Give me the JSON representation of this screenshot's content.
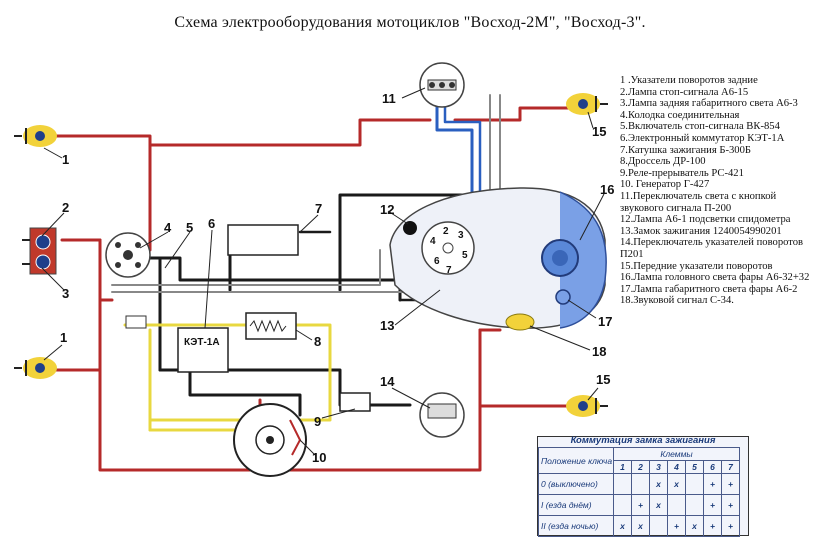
{
  "title": "Схема электрооборудования мотоциклов \"Восход-2М\", \"Восход-3\".",
  "legend": [
    "1 .Указатели поворотов задние",
    "2.Лампа стоп-сигнала А6-15",
    "3.Лампа задняя габаритного света А6-3",
    "4.Колодка соединительная",
    "5.Включатель стоп-сигнала ВК-854",
    "6.Электронный коммутатор КЭТ-1А",
    "7.Катушка зажигания Б-300Б",
    "8.Дроссель ДР-100",
    "9.Реле-прерыватель РС-421",
    "10. Генератор Г-427",
    "11.Переключатель света с кнопкой звукового сигнала П-200",
    "12.Лампа А6-1 подсветки спидометра",
    "13.Замок зажигания 1240054990201",
    "14.Переключатель указателей поворотов П201",
    "15.Передние указатели поворотов",
    "16.Лампа головного света фары А6-32+32",
    "17.Лампа габаритного света фары А6-2",
    "18.Звуковой сигнал С-34."
  ],
  "labels": {
    "n1a": "1",
    "n1b": "1",
    "n2": "2",
    "n3": "3",
    "n4": "4",
    "n5": "5",
    "n6": "6",
    "n7": "7",
    "n8": "8",
    "n9": "9",
    "n10": "10",
    "n11": "11",
    "n12": "12",
    "n13": "13",
    "n14": "14",
    "n15a": "15",
    "n15b": "15",
    "n16": "16",
    "n17": "17",
    "n18": "18",
    "ket": "КЭТ-1А"
  },
  "switch_table": {
    "caption": "Коммутация замка зажигания",
    "header_position": "Положение ключа",
    "header_terminals": "Клеммы",
    "columns": [
      "1",
      "2",
      "3",
      "4",
      "5",
      "6",
      "7"
    ],
    "rows": [
      {
        "position": "0 (выключено)",
        "cells": [
          "",
          "",
          "x",
          "x",
          "",
          "+",
          "+"
        ]
      },
      {
        "position": "I (езда днём)",
        "cells": [
          "",
          "+",
          "x",
          "",
          "",
          "+",
          "+"
        ]
      },
      {
        "position": "II (езда ночью)",
        "cells": [
          "x",
          "x",
          "",
          "+",
          "x",
          "+",
          "+"
        ]
      }
    ]
  },
  "colors": {
    "wire_red": "#b52a2a",
    "wire_black": "#1a1a1a",
    "wire_blue": "#2a5fc0",
    "wire_yellow": "#e8d840",
    "wire_gray": "#888888",
    "headlight_blue": "#5a88d8",
    "turn_signal_yellow": "#f2d23a"
  }
}
